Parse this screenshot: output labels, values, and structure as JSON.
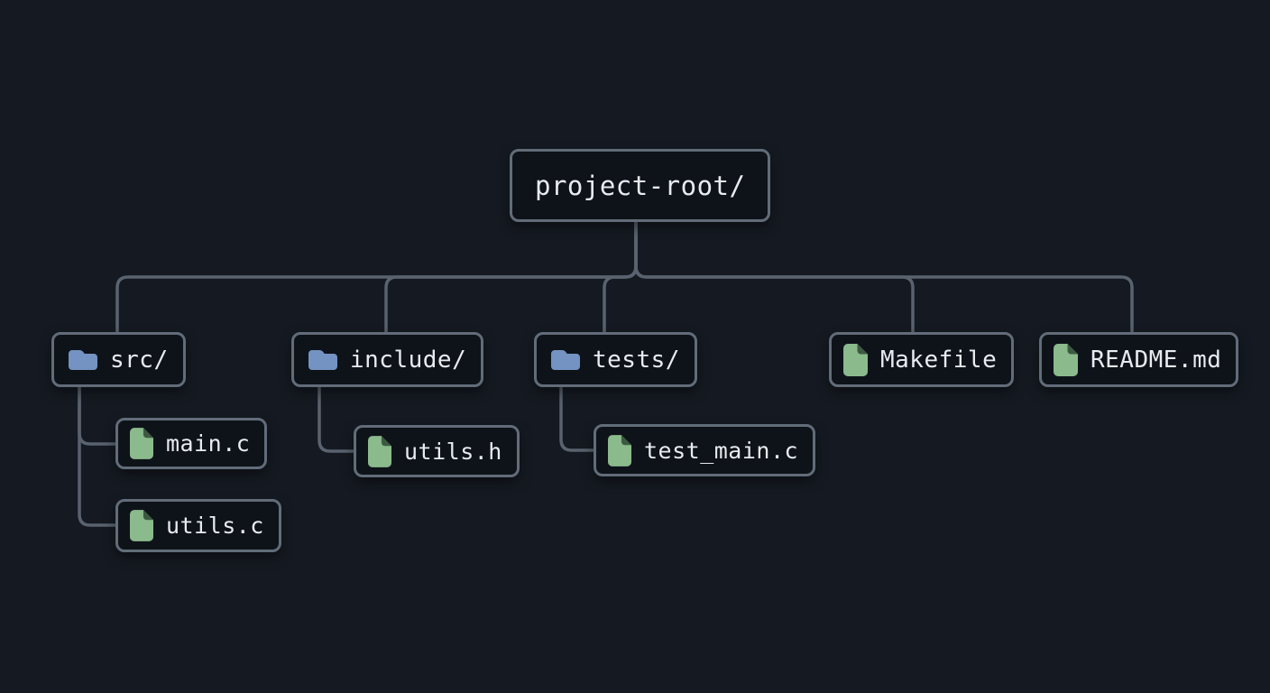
{
  "diagram": {
    "type": "file-tree",
    "nodes": {
      "root": {
        "label": "project-root/",
        "icon": "none",
        "parent": null
      },
      "src": {
        "label": "src/",
        "icon": "folder",
        "parent": "root"
      },
      "include": {
        "label": "include/",
        "icon": "folder",
        "parent": "root"
      },
      "tests": {
        "label": "tests/",
        "icon": "folder",
        "parent": "root"
      },
      "makefile": {
        "label": "Makefile",
        "icon": "file",
        "parent": "root"
      },
      "readme": {
        "label": "README.md",
        "icon": "file",
        "parent": "root"
      },
      "main_c": {
        "label": "main.c",
        "icon": "file",
        "parent": "src"
      },
      "utils_c": {
        "label": "utils.c",
        "icon": "file",
        "parent": "src"
      },
      "utils_h": {
        "label": "utils.h",
        "icon": "file",
        "parent": "include"
      },
      "test_main_c": {
        "label": "test_main.c",
        "icon": "file",
        "parent": "tests"
      }
    },
    "colors": {
      "background": "#151a22",
      "node_background": "#0e1319",
      "node_border": "#626c79",
      "connector": "#59626e",
      "text": "#e8ebef",
      "folder_icon": "#7493c2",
      "file_icon": "#8bba8c",
      "file_icon_fold": "#3d5941"
    }
  }
}
